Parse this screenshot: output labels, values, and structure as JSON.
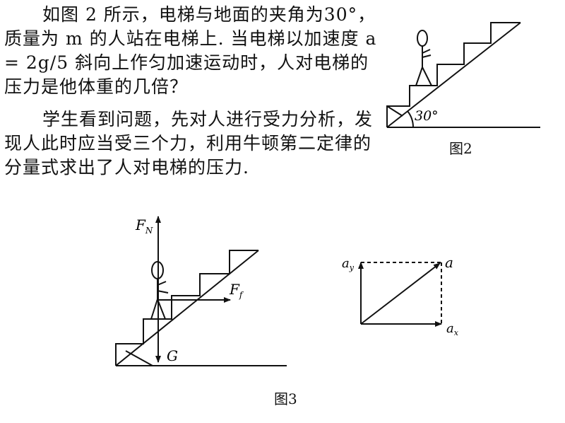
{
  "problem": {
    "paragraph1": "如图 2 所示，电梯与地面的夹角为30°，质量为 m 的人站在电梯上. 当电梯以加速度 a = 2g/5 斜向上作匀加速运动时，人对电梯的压力是他体重的几倍？",
    "paragraph2": "学生看到问题，先对人进行受力分析，发现人此时应当受三个力，利用牛顿第二定律的分量式求出了人对电梯的压力."
  },
  "figure2": {
    "caption": "图2",
    "angle_label": "30°"
  },
  "figure3": {
    "caption": "图3",
    "force_normal": "F",
    "force_normal_sub": "N",
    "force_friction": "F",
    "force_friction_sub": "f",
    "force_gravity": "G"
  },
  "figure3_vectors": {
    "a_label": "a",
    "ay_label": "a",
    "ay_sub": "y",
    "ax_label": "a",
    "ax_sub": "x"
  }
}
